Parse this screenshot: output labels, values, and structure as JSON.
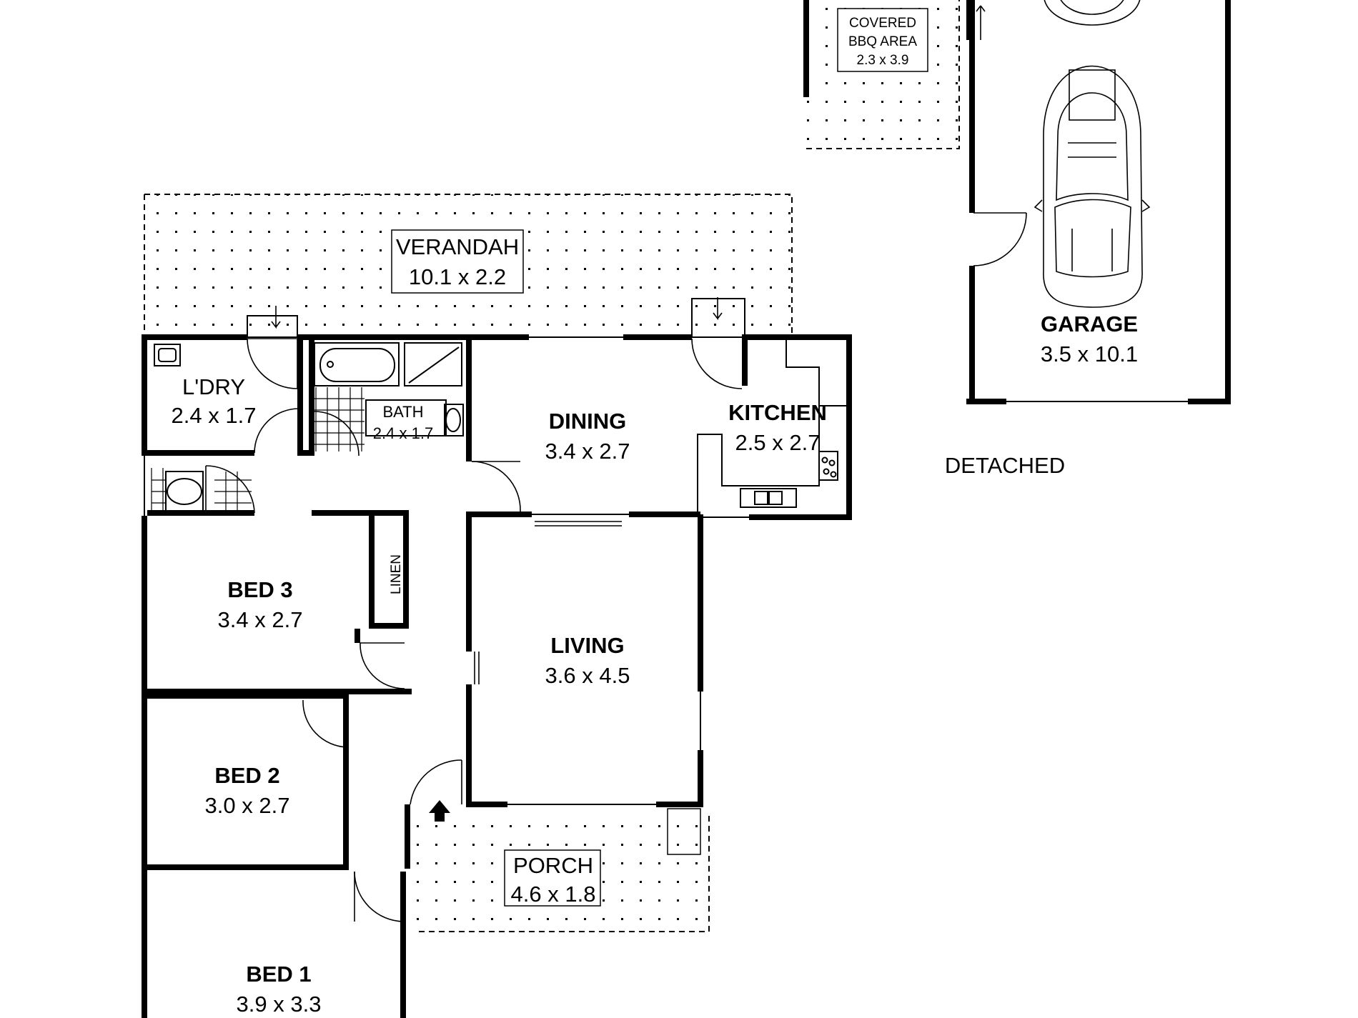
{
  "colors": {
    "wall": "#000000",
    "background": "#ffffff",
    "dots": "#000000"
  },
  "rooms": {
    "verandah": {
      "name": "VERANDAH",
      "dims": "10.1 x 2.2"
    },
    "laundry": {
      "name": "L'DRY",
      "dims": "2.4 x 1.7"
    },
    "bath": {
      "name": "BATH",
      "dims": "2.4 x 1.7"
    },
    "dining": {
      "name": "DINING",
      "dims": "3.4 x 2.7"
    },
    "kitchen": {
      "name": "KITCHEN",
      "dims": "2.5 x 2.7"
    },
    "linen": {
      "name": "LINEN"
    },
    "bed3": {
      "name": "BED 3",
      "dims": "3.4 x 2.7"
    },
    "living": {
      "name": "LIVING",
      "dims": "3.6 x 4.5"
    },
    "bed2": {
      "name": "BED 2",
      "dims": "3.0 x 2.7"
    },
    "porch": {
      "name": "PORCH",
      "dims": "4.6 x 1.8"
    },
    "bed1": {
      "name": "BED 1",
      "dims": "3.9 x 3.3"
    },
    "bbq": {
      "name_line1": "COVERED",
      "name_line2": "BBQ AREA",
      "dims": "2.3 x 3.9"
    },
    "garage": {
      "name": "GARAGE",
      "dims": "3.5 x 10.1"
    }
  },
  "notes": {
    "detached": "DETACHED"
  }
}
